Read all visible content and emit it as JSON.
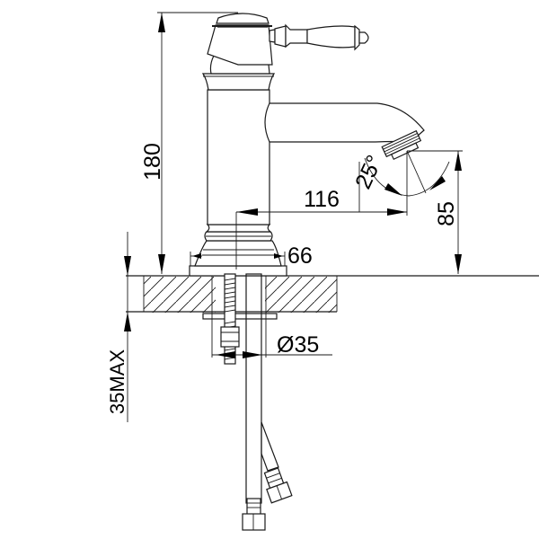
{
  "drawing": {
    "subject": "basin faucet technical drawing",
    "units": "mm",
    "line_color": "#1a1a1a",
    "background": "#ffffff"
  },
  "dimensions": {
    "total_height": "180",
    "spout_reach": "116",
    "spout_height": "85",
    "base_diameter": "66",
    "spout_angle": "25°",
    "hole_diameter": "Ø35",
    "max_deck_thickness": "35MAX"
  }
}
